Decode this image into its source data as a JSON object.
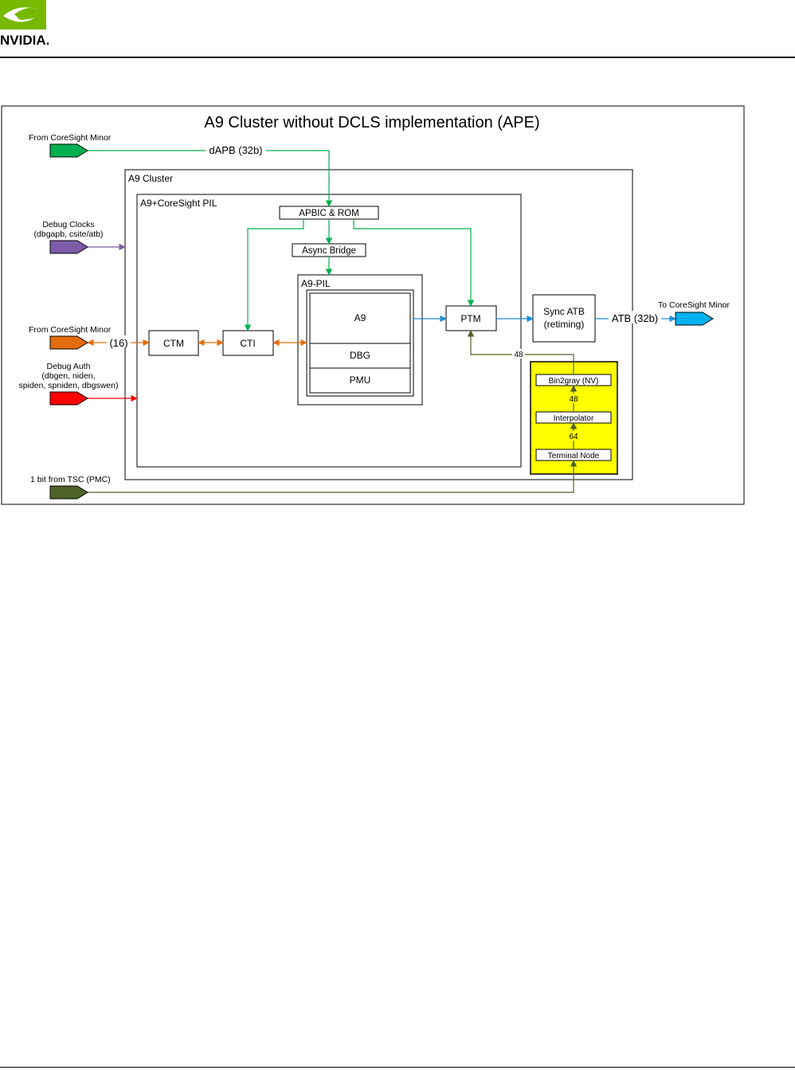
{
  "header": {
    "brand": "NVIDIA."
  },
  "diagram": {
    "title": "A9 Cluster without DCLS implementation (APE)",
    "containers": {
      "cluster": "A9 Cluster",
      "pil": "A9+CoreSight PIL",
      "a9pil": "A9-PIL"
    },
    "blocks": {
      "apbic": "APBIC & ROM",
      "async": "Async Bridge",
      "a9": "A9",
      "dbg": "DBG",
      "pmu": "PMU",
      "ptm": "PTM",
      "sync_line1": "Sync ATB",
      "sync_line2": "(retiming)",
      "ctm": "CTM",
      "cti": "CTI",
      "bin2gray": "Bin2gray (NV)",
      "interp": "Interpolator",
      "terminal": "Terminal Node"
    },
    "ports": {
      "coresight_in1": "From CoreSight Minor",
      "debug_clocks_1": "Debug Clocks",
      "debug_clocks_2": "(dbgapb, csite/atb)",
      "coresight_in2": "From CoreSight Minor",
      "debug_auth_1": "Debug Auth",
      "debug_auth_2": "(dbgen, niden,",
      "debug_auth_3": "spiden, spniden, dbgswen)",
      "tsc": "1 bit from TSC (PMC)",
      "coresight_out": "To CoreSight Minor"
    },
    "signals": {
      "dapb": "dAPB (32b)",
      "atb": "ATB (32b)",
      "cti16": "(16)",
      "w48a": "48",
      "w48b": "48",
      "w64": "64"
    },
    "colors": {
      "green": "#00b050",
      "purple": "#7c5ca8",
      "orange": "#e36c0a",
      "red": "#ff0000",
      "darkgreen": "#4f6228",
      "blue": "#1f8dd6",
      "cyan": "#00b0f0",
      "yellow": "#ffff00",
      "nvidia_green": "#76b900"
    }
  }
}
